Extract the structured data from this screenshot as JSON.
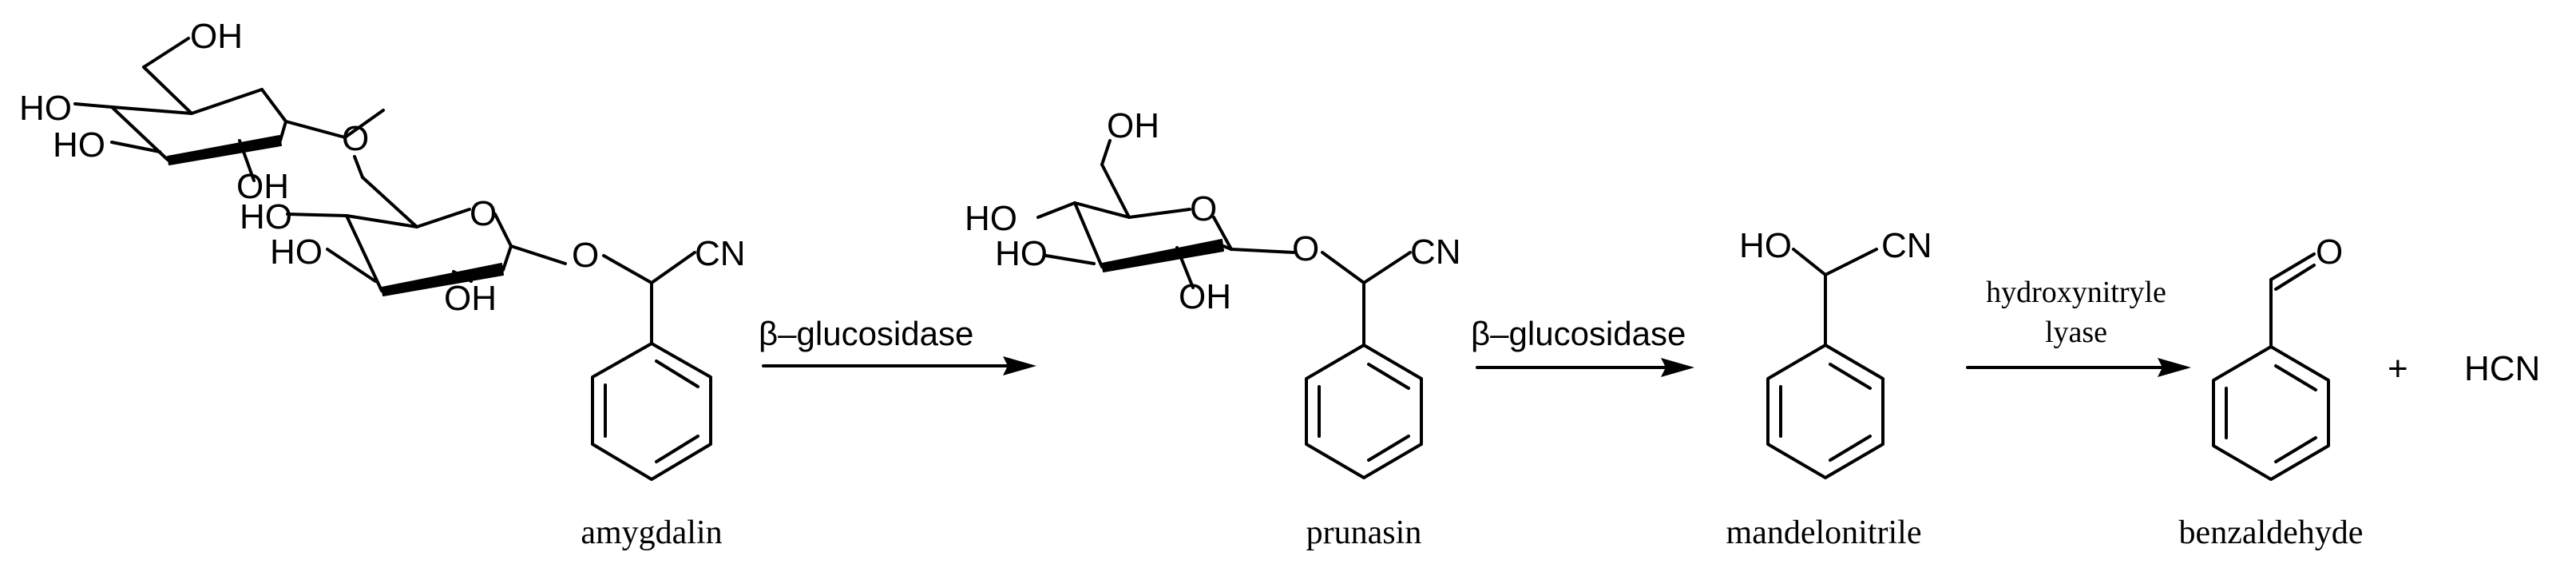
{
  "compounds": {
    "amygdalin": "amygdalin",
    "prunasin": "prunasin",
    "mandelonitrile": "mandelonitrile",
    "benzaldehyde": "benzaldehyde"
  },
  "enzymes": {
    "step1": "β–glucosidase",
    "step2": "β–glucosidase",
    "step3_line1": "hydroxynitryle",
    "step3_line2": "lyase"
  },
  "plus": "+",
  "hcn": "HCN",
  "atoms": {
    "oh": "OH",
    "ho": "HO",
    "o": "O",
    "cn": "CN"
  }
}
